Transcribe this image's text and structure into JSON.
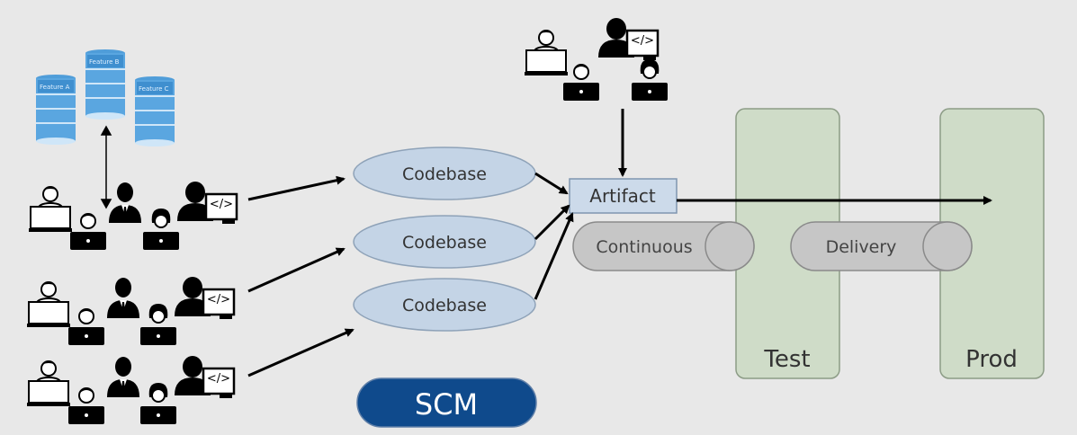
{
  "diagram": {
    "codebases": [
      "Codebase",
      "Codebase",
      "Codebase"
    ],
    "artifact": "Artifact",
    "continuous": "Continuous",
    "delivery": "Delivery",
    "environments": {
      "test": "Test",
      "prod": "Prod"
    },
    "scm": "SCM",
    "code_badge": "</>",
    "db_labels": [
      "Feature A",
      "Feature B",
      "Feature C"
    ]
  },
  "colors": {
    "background": "#e8e8e8",
    "codebase_fill": "#c4d4e6",
    "artifact_fill": "#ccdaea",
    "pipe_fill": "#c6c6c6",
    "env_fill": "#cfdcc8",
    "scm_fill": "#0f4a8c",
    "db_fill": "#5aa6e0",
    "arrow": "#000000"
  }
}
